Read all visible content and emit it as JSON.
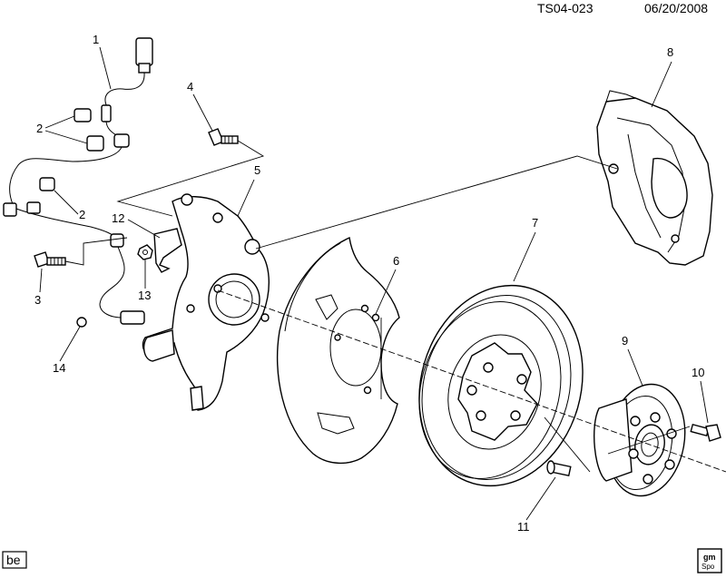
{
  "header": {
    "code": "TS04-023",
    "date": "06/20/2008"
  },
  "footer": {
    "left_tag": "be",
    "logo_text_top": "gm",
    "logo_text_bottom": "Spo"
  },
  "callouts": {
    "c1": "1",
    "c2a": "2",
    "c2b": "2",
    "c3": "3",
    "c4": "4",
    "c5": "5",
    "c6": "6",
    "c7": "7",
    "c8": "8",
    "c9": "9",
    "c10": "10",
    "c11": "11",
    "c12": "12",
    "c13": "13",
    "c14": "14"
  }
}
